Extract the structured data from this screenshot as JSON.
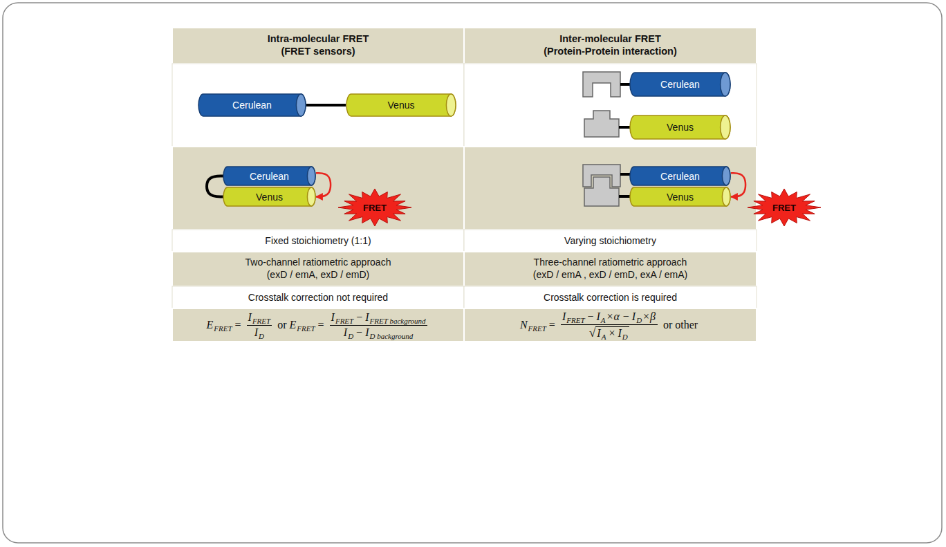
{
  "diagram": {
    "nodes": [
      {
        "text": [
          "Cerulean"
        ]
      },
      {
        "text": [
          "Venus"
        ]
      },
      {
        "text": [
          "Cerulean"
        ]
      },
      {
        "text": [
          "Venus"
        ]
      },
      {
        "text": [
          "Cerulean"
        ]
      },
      {
        "text": [
          "Venus"
        ]
      },
      {
        "text": [
          "FRET"
        ]
      },
      {
        "text": [
          "Cerulean"
        ]
      },
      {
        "text": [
          "Venus"
        ]
      },
      {
        "text": [
          "FRET"
        ]
      }
    ],
    "edges": [
      {
        "from": 0,
        "to": 1,
        "arrow": "none"
      },
      {
        "from": 4,
        "to": 5,
        "arrow": "none"
      },
      {
        "from": 4,
        "to": 5,
        "arrow": "to"
      },
      {
        "from": 7,
        "to": 8,
        "arrow": "to"
      }
    ],
    "labels": [
      "Intra-molecular FRET",
      "(FRET sensors)",
      "Inter-molecular FRET",
      "(Protein-Protein interaction)",
      "Fixed stoichiometry (1:1)",
      "Varying stoichiometry",
      "Two-channel ratiometric approach",
      "(exD / emA, exD / emD)",
      "Three-channel ratiometric approach",
      "(exD / emA , exD / emD, exA / emA)",
      "Crosstalk correction not required",
      "Crosstalk correction is required",
      "E",
      "FRET",
      "=",
      "I",
      "FRET",
      "I",
      "D",
      "or",
      "E",
      "FRET",
      "=",
      "I",
      "FRET",
      "−",
      "I",
      "FRET background",
      "I",
      "D",
      "−",
      "I",
      "D background",
      "N",
      "FRET",
      "=",
      "I",
      "FRET",
      "−",
      "I",
      "A",
      "×α",
      "−",
      "I",
      "D",
      "×β",
      "√",
      "I",
      "A",
      "×",
      "I",
      "D",
      "or other"
    ]
  }
}
